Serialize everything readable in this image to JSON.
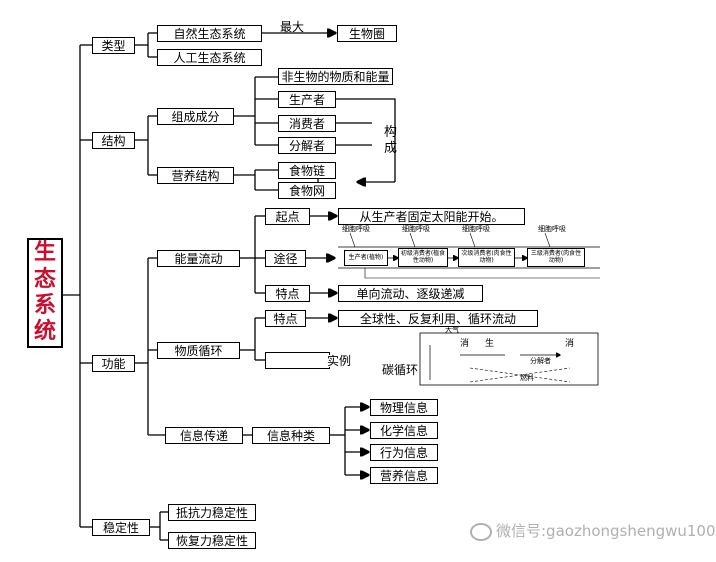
{
  "root": [
    "生",
    "态",
    "系",
    "统"
  ],
  "level1": {
    "type": "类型",
    "structure": "结构",
    "function": "功能",
    "stability": "稳定性"
  },
  "type": {
    "natural": "自然生态系统",
    "largest": "最大",
    "biosphere": "生物圈",
    "artificial": "人工生态系统"
  },
  "structure": {
    "composition": "组成成分",
    "nonbiotic": "非生物的物质和能量",
    "producer": "生产者",
    "consumer": "消费者",
    "decomposer": "分解者",
    "gou": "构",
    "cheng": "成",
    "trophic": "营养结构",
    "chain": "食物链",
    "web": "食物网"
  },
  "energy": {
    "title": "能量流动",
    "start": "起点",
    "start_desc": "从生产者固定太阳能开始。",
    "path": "途径",
    "feature": "特点",
    "feature_desc": "单向流动、逐级递减",
    "flow": {
      "resp": "细胞呼吸",
      "producer": "生产者(植物)",
      "primary": "初级消费者(植食性动物)",
      "secondary": "次级消费者(肉食性动物)",
      "tertiary": "三级消费者(肉食性动物)"
    }
  },
  "matter": {
    "title": "物质循环",
    "feature": "特点",
    "feature_desc": "全球性、反复利用、循环流动",
    "example": "实例",
    "cycle": "碳循环",
    "fig": {
      "a": "大气",
      "b": "消",
      "c": "生",
      "d": "消",
      "e": "分解者",
      "f": "燃料"
    }
  },
  "info": {
    "title": "信息传递",
    "kinds": "信息种类",
    "physical": "物理信息",
    "chemical": "化学信息",
    "behavioral": "行为信息",
    "nutritional": "营养信息"
  },
  "stability": {
    "resistance": "抵抗力稳定性",
    "resilience": "恢复力稳定性"
  },
  "watermark": "微信号:gaozhongshengwu100"
}
